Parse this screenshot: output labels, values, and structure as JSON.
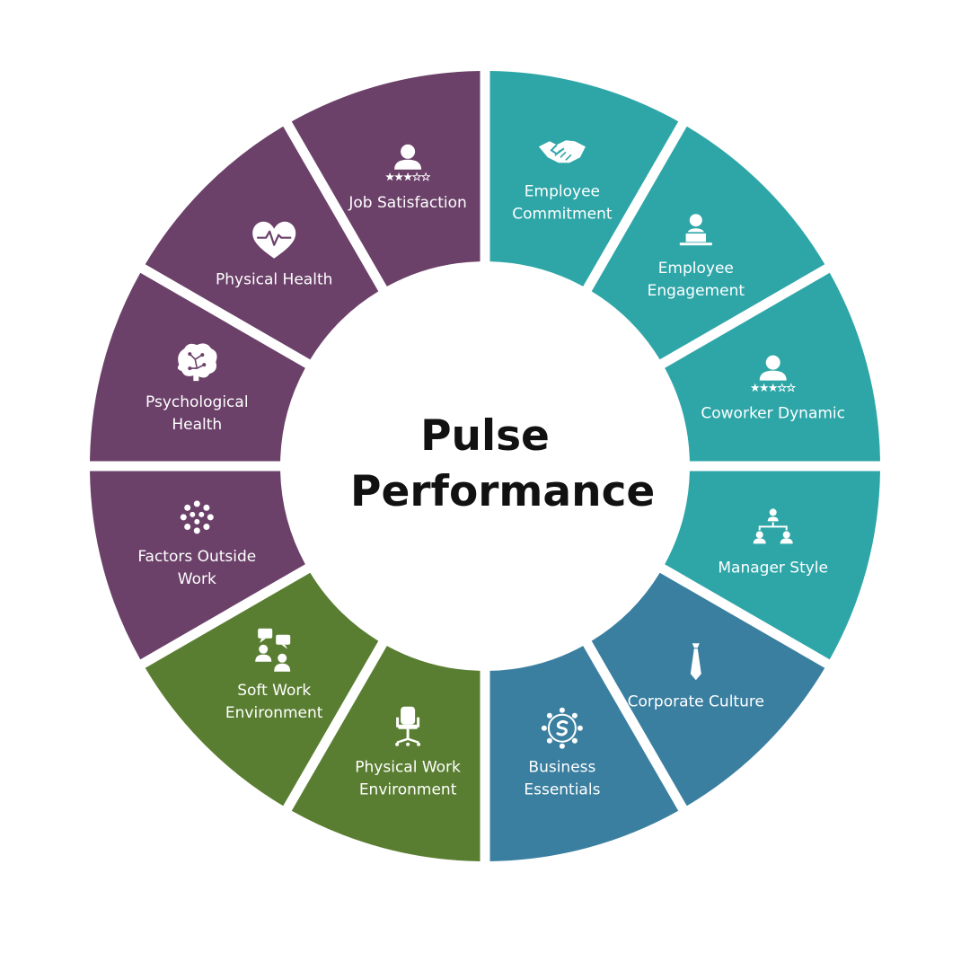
{
  "title": {
    "line1": "Pulse",
    "line2": "Performance"
  },
  "colors": {
    "purple": "#6b4069",
    "teal": "#2ea6a8",
    "blue": "#3a7fa0",
    "green": "#5a7e31",
    "background": "#ffffff"
  },
  "segments": [
    {
      "id": "employee-commitment",
      "lines": [
        "Employee",
        "Commitment"
      ],
      "icon": "handshake-icon",
      "color": "#2ea6a8"
    },
    {
      "id": "employee-engagement",
      "lines": [
        "Employee",
        "Engagement"
      ],
      "icon": "person-laptop-icon",
      "color": "#2ea6a8"
    },
    {
      "id": "coworker-dynamic",
      "lines": [
        "Coworker Dynamic"
      ],
      "icon": "person-rating-icon",
      "color": "#2ea6a8"
    },
    {
      "id": "manager-style",
      "lines": [
        "Manager Style"
      ],
      "icon": "org-chart-icon",
      "color": "#2ea6a8"
    },
    {
      "id": "corporate-culture",
      "lines": [
        "Corporate Culture"
      ],
      "icon": "necktie-icon",
      "color": "#3a7fa0"
    },
    {
      "id": "business-essentials",
      "lines": [
        "Business",
        "Essentials"
      ],
      "icon": "network-circle-icon",
      "color": "#3a7fa0"
    },
    {
      "id": "physical-work-environment",
      "lines": [
        "Physical Work",
        "Environment"
      ],
      "icon": "office-chair-icon",
      "color": "#5a7e31"
    },
    {
      "id": "soft-work-environment",
      "lines": [
        "Soft Work",
        "Environment"
      ],
      "icon": "people-chat-icon",
      "color": "#5a7e31"
    },
    {
      "id": "factors-outside-work",
      "lines": [
        "Factors Outside",
        "Work"
      ],
      "icon": "dots-circle-icon",
      "color": "#6b4069"
    },
    {
      "id": "psychological-health",
      "lines": [
        "Psychological",
        "Health"
      ],
      "icon": "brain-icon",
      "color": "#6b4069"
    },
    {
      "id": "physical-health",
      "lines": [
        "Physical Health"
      ],
      "icon": "heart-pulse-icon",
      "color": "#6b4069"
    },
    {
      "id": "job-satisfaction",
      "lines": [
        "Job Satisfaction"
      ],
      "icon": "person-rating-icon",
      "color": "#6b4069"
    }
  ]
}
